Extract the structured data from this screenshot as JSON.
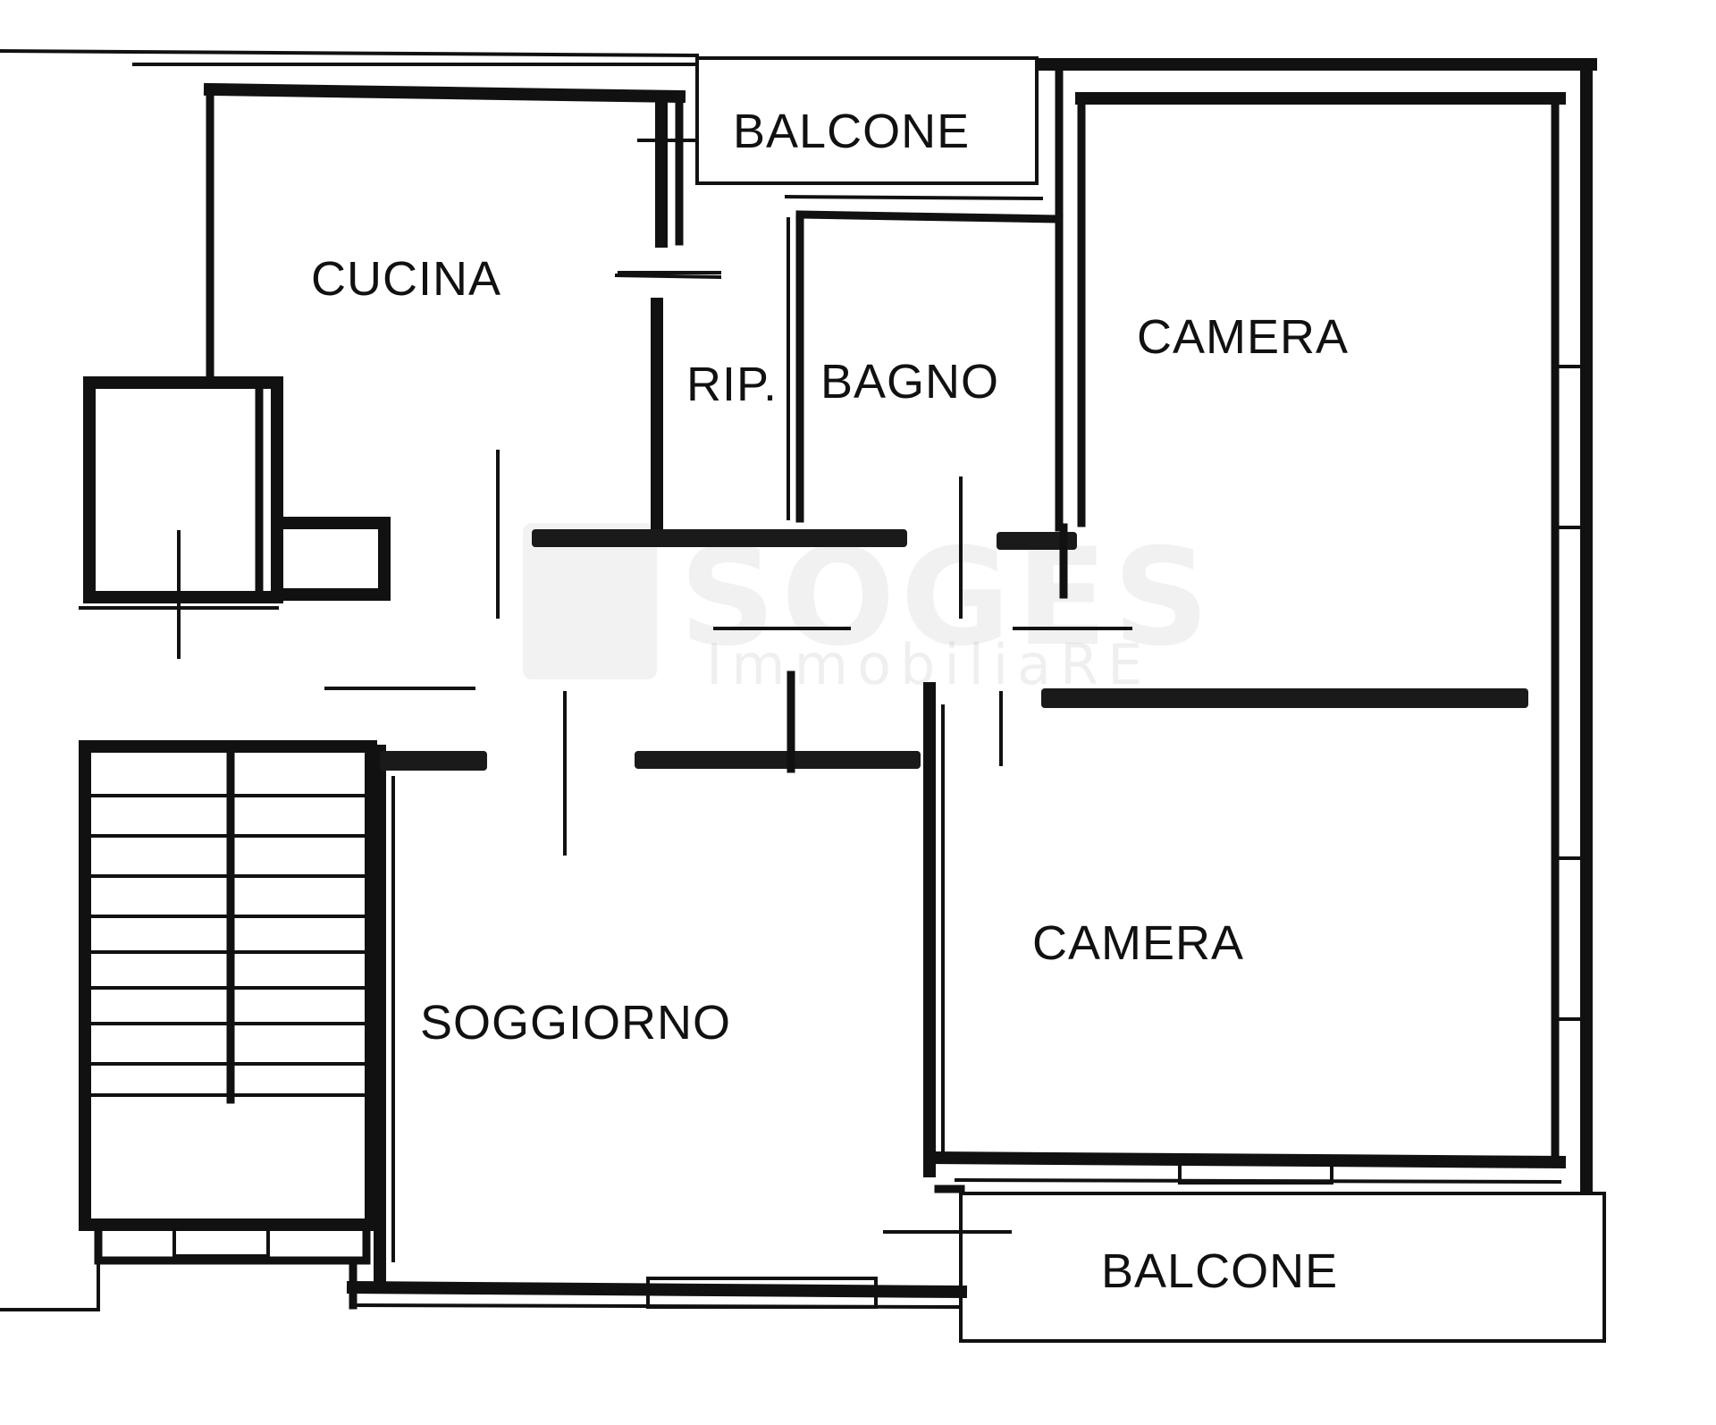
{
  "rooms": {
    "cucina": "CUCINA",
    "rip": "RIP.",
    "bagno": "BAGNO",
    "balcone_top": "BALCONE",
    "camera_top": "CAMERA",
    "camera_bottom": "CAMERA",
    "soggiorno": "SOGGIORNO",
    "balcone_bottom": "BALCONE"
  },
  "watermark": {
    "brand": "SOGES",
    "sub": "ImmobiliaRE"
  },
  "colors": {
    "ink": "#111111",
    "paper": "#ffffff"
  }
}
